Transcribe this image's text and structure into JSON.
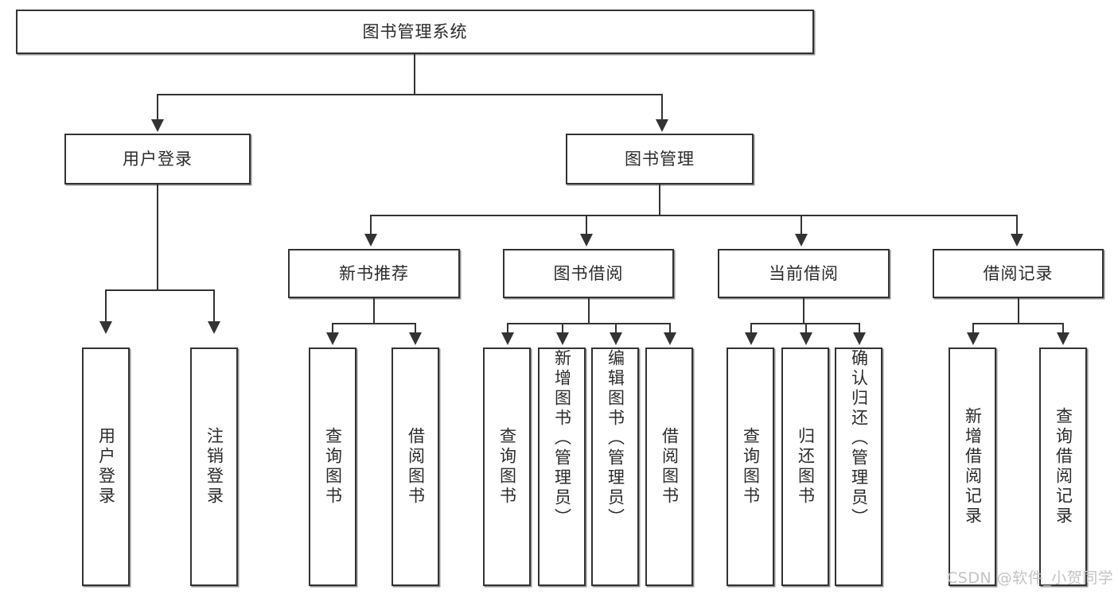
{
  "diagram": {
    "title": "图书管理系统",
    "type": "tree-hierarchy-chart",
    "watermark": "CSDN @软件_小贺同学",
    "colors": {
      "stroke": "#333333",
      "fill": "#ffffff",
      "text": "#2b2b2b",
      "watermark": "#c3c3c3"
    }
  },
  "nodes": {
    "root": "图书管理系统",
    "level2": [
      "用户登录",
      "图书管理"
    ],
    "level3": [
      "新书推荐",
      "图书借阅",
      "当前借阅",
      "借阅记录"
    ],
    "leaves": {
      "user_login": [
        "用户登录",
        "注销登录"
      ],
      "new_book": [
        "查询图书",
        "借阅图书"
      ],
      "book_borrow": [
        "查询图书",
        "新增图书（管理员）",
        "编辑图书（管理员）",
        "借阅图书"
      ],
      "current_borrow": [
        "查询图书",
        "归还图书",
        "确认归还（管理员）"
      ],
      "borrow_record": [
        "新增借阅记录",
        "查询借阅记录"
      ]
    }
  }
}
